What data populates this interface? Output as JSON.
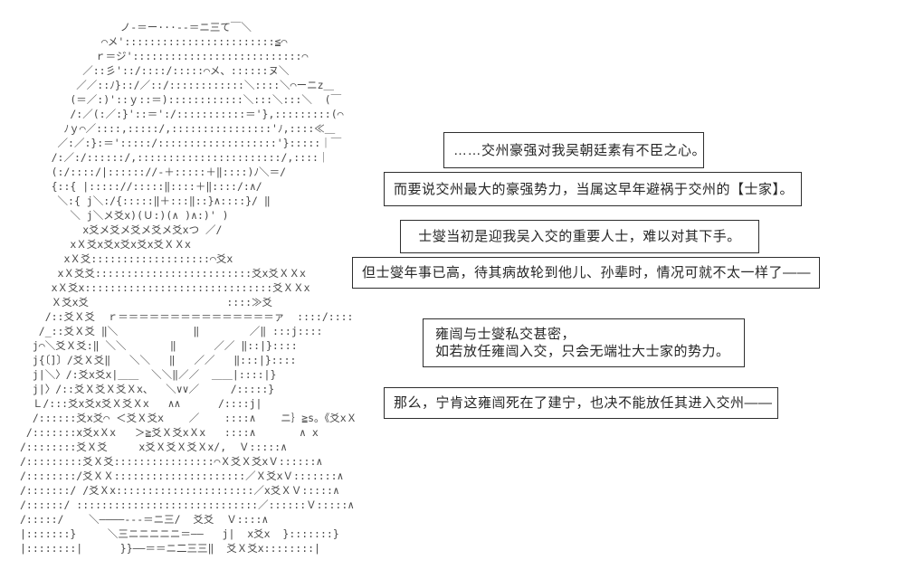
{
  "page": {
    "background": "#ffffff",
    "ink_color": "#2e2e2e",
    "art_color": "#474747"
  },
  "ascii_art": {
    "description": "aa-character-portrait",
    "lines": [
      "                ノ-＝ー···--＝ニ三て￣＼",
      "             ⌒メ'::::::::::::::::::::::::≦⌒",
      "            ｒ＝ジ':::::::::::::::::::::::::::⌒",
      "          ／::彡'::/::::/:::::⌒メ、::::::ヌ＼",
      "         ／／::ﾉ}::/／::/::::::::::::＼::::＼⌒ーニz＿",
      "        (＝／:)'::ｙ::＝)::::::::::::＼:::＼:::＼  (￣",
      "        /:／(:／:}'::＝':/:::::::::::＝'},:::::::::(⌒",
      "       ﾉｙ⌒／::::,:::::/,::::::::::::::::'ﾉ,::::≪＿",
      "      ／:／:}:＝':::::/:::::::::::::::::::'}:::::｜￣",
      "     /:／:/::::::/,:::::::::::::::::::::::/,::::｜",
      "     (:/::::/|:::::://‐＋:::::＋‖::::)ﾉ＼＝/",
      "     {::{ |::::://:::::‖::::＋‖::::/:∧/",
      "      ＼:{ j＼:/{:::::‖＋:::‖::}∧::::}/ ‖",
      "        ＼ j＼メ爻x)(Ｕ:)(∧ )∧:)' )",
      "          x爻メ爻メ爻メ爻メ爻xつ ／/",
      "        xＸ爻x爻x爻x爻x爻ＸＸx",
      "       xＸ爻:::::::::::::::::::⌒爻x",
      "      xＸ爻爻:::::::::::::::::::::::::爻x爻ＸＸx",
      "     xＸ爻x::::::::::::::::::::::::::::::爻ＸＸx",
      "     Ｘ爻x爻                      ::::≫爻",
      "    /::爻Ｘ爻  ｒ＝＝＝＝＝＝＝＝＝＝＝＝＝＝＝ァ  ::::/::::",
      "   /_::爻Ｘ爻 ‖＼            ‖        ／‖ :::j::::",
      "  j⌒＼爻Ｘ爻:‖ ＼＼       ‖      ／／ ‖::|}::::",
      "  j{〔]〕/爻Ｘ爻‖   ＼＼   ‖   ／／   ‖:::|}::::",
      "  j|＼〉/:爻x爻x|＿＿  ＼＼‖／／  ＿＿|::::|}",
      "  j|〉/::爻Ｘ爻Ｘ爻Ｘx、  ＼∨∨／     /:::::}",
      "  Ｌ/:::爻x爻x爻Ｘ爻Ｘx   ∧∧      /::::j|",
      "  /::::::爻x爻⌒ ＜爻Ｘ爻x    ／    ::::∧    ニ｝≧s。《爻xＸ",
      " /:::::::x爻xＸx   ＞≧爻Ｘ爻xＸx   ::::∧       ∧ x",
      "/::::::::爻Ｘ爻     x爻Ｘ爻Ｘ爻Ｘx/,  Ｖ:::::∧",
      "/:::::::::爻Ｘ爻::::::::::::::::⌒Ｘ爻Ｘ爻xＶ::::::∧",
      "/::::::::/爻ＸＸ:::::::::::::::::::::／Ｘ爻xＶ:::::::∧",
      "/:::::::/ /爻Ｘx::::::::::::::::::::::／x爻ＸＶ:::::∧",
      "/::::::/ :::::::::::::::::::::::::::::／::::::Ｖ:::::∧",
      "/:::::/    ＼――――--‐＝ニ三/  爻爻  Ｖ::::∧",
      "|:::::::}     ＼三ニニニニニ＝――   j|  x爻x  }:::::::}",
      "|::::::::|      }}――＝＝ニ二三三‖  爻Ｘ爻x::::::::|"
    ]
  },
  "dialog": {
    "boxes": [
      {
        "id": "box-1",
        "lines": [
          "……交州豪强对我吴朝廷素有不臣之心。"
        ]
      },
      {
        "id": "box-2",
        "lines": [
          "而要说交州最大的豪强势力，当属这早年避祸于交州的【士家】。"
        ]
      },
      {
        "id": "box-3",
        "lines": [
          "士燮当初是迎我吴入交的重要人士，难以对其下手。"
        ]
      },
      {
        "id": "box-4",
        "lines": [
          "但士燮年事已高，待其病故轮到他儿、孙辈时，情况可就不太一样了——"
        ]
      },
      {
        "id": "box-5",
        "lines": [
          "雍闿与士燮私交甚密，",
          "如若放任雍闿入交，只会无端壮大士家的势力。"
        ]
      },
      {
        "id": "box-6",
        "lines": [
          "那么，宁肯这雍闿死在了建宁，也决不能放任其进入交州——"
        ]
      }
    ]
  }
}
